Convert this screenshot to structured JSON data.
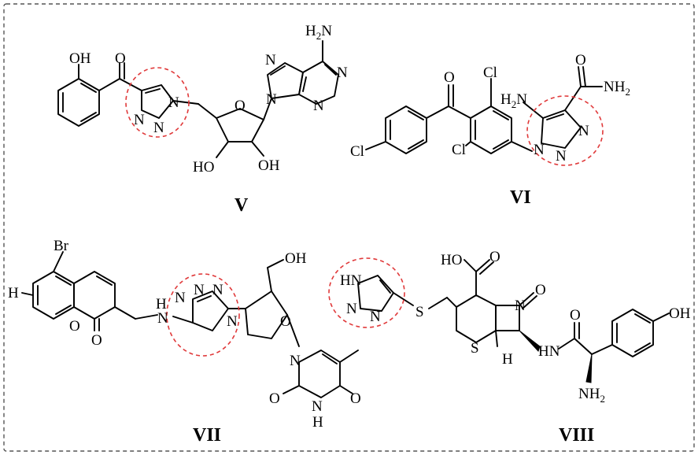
{
  "compounds": {
    "v": {
      "label": "V",
      "atoms": {
        "oh": "OH",
        "o_keto": "O",
        "n1": "N",
        "n2": "N",
        "n3": "N",
        "o_ring": "O",
        "oh2": "HO",
        "oh3": "OH",
        "nh2": "H",
        "nh2_sub": "2",
        "nh2_n": "N",
        "n7": "N",
        "n9": "N",
        "n1p": "N",
        "n3p": "N"
      }
    },
    "vi": {
      "label": "VI",
      "atoms": {
        "o": "O",
        "cl1": "Cl",
        "cl2": "Cl",
        "cl3": "Cl",
        "h2n": "H",
        "h2n_sub": "2",
        "h2n_n": "N",
        "o2": "O",
        "nh2": "NH",
        "nh2_sub": "2",
        "n1": "N",
        "n2": "N",
        "n3": "N"
      }
    },
    "vii": {
      "label": "VII",
      "atoms": {
        "br": "Br",
        "h": "H",
        "o1": "O",
        "o2": "O",
        "nh_h": "H",
        "nh_n": "N",
        "n1": "N",
        "n2": "N",
        "n3": "N",
        "n4": "N",
        "oh": "OH",
        "o_ring": "O",
        "n_t1": "N",
        "o_t1": "O",
        "o_t2": "O",
        "nh_t": "N",
        "nh_t_h": "H"
      }
    },
    "viii": {
      "label": "VIII",
      "atoms": {
        "hn": "HN",
        "n2": "N",
        "n3": "N",
        "s1": "S",
        "ho": "HO",
        "o_acid": "O",
        "n_lac": "N",
        "o_lac": "O",
        "s2": "S",
        "h": "H",
        "hn2": "H",
        "hn2_n": "N",
        "o_amide": "O",
        "oh": "OH",
        "nh2": "NH",
        "nh2_sub": "2"
      }
    }
  }
}
